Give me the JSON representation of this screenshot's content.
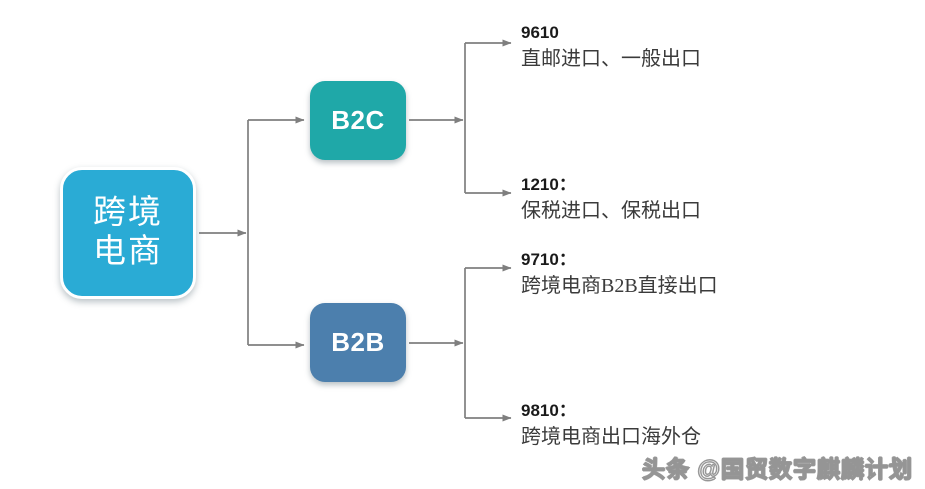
{
  "diagram": {
    "type": "tree",
    "root": {
      "label": "跨境\n电商",
      "color": "#2aabd5"
    },
    "branches": [
      {
        "label": "B2C",
        "color": "#1fa8a8",
        "leaves": [
          {
            "code": "9610",
            "desc": "直邮进口、一般出口"
          },
          {
            "code": "1210：",
            "desc": "保税进口、保税出口"
          }
        ]
      },
      {
        "label": "B2B",
        "color": "#4c7fad",
        "leaves": [
          {
            "code": "9710：",
            "desc": "跨境电商B2B直接出口"
          },
          {
            "code": "9810：",
            "desc": "跨境电商出口海外仓"
          }
        ]
      }
    ],
    "connector_color": "#7f7f7f"
  },
  "watermark": {
    "text": "头条 @国贸数字麒麟计划"
  }
}
